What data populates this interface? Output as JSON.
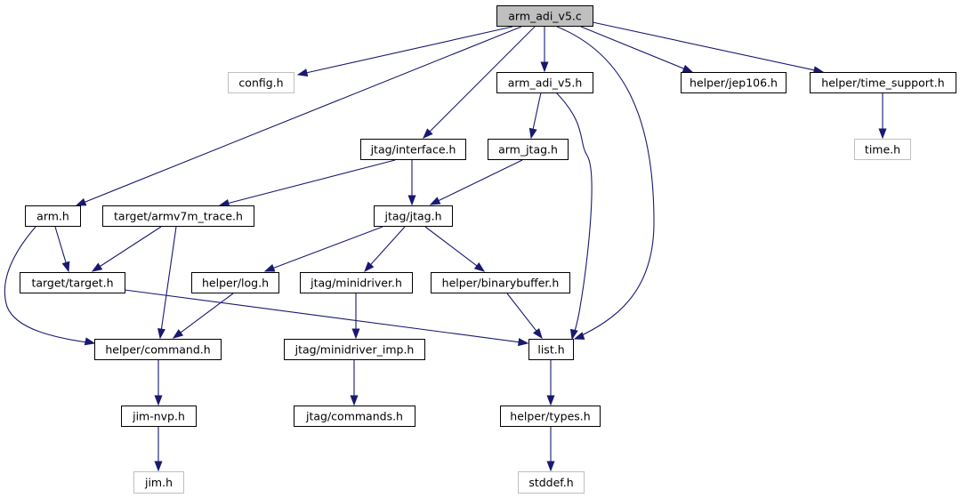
{
  "colors": {
    "edge": "#191970",
    "border": "#000000",
    "border_external": "#bfbfbf",
    "fill": "#ffffff",
    "fill_root": "#bfbfbf"
  },
  "nodes": [
    {
      "id": "arm_adi_v5_c",
      "label": "arm_adi_v5.c",
      "kind": "root"
    },
    {
      "id": "config_h",
      "label": "config.h",
      "kind": "external"
    },
    {
      "id": "arm_adi_v5_h",
      "label": "arm_adi_v5.h",
      "kind": "normal"
    },
    {
      "id": "helper_jep106_h",
      "label": "helper/jep106.h",
      "kind": "normal"
    },
    {
      "id": "helper_time_support_h",
      "label": "helper/time_support.h",
      "kind": "normal"
    },
    {
      "id": "time_h",
      "label": "time.h",
      "kind": "external"
    },
    {
      "id": "jtag_interface_h",
      "label": "jtag/interface.h",
      "kind": "normal"
    },
    {
      "id": "arm_jtag_h",
      "label": "arm_jtag.h",
      "kind": "normal"
    },
    {
      "id": "arm_h",
      "label": "arm.h",
      "kind": "normal"
    },
    {
      "id": "target_armv7m_trace_h",
      "label": "target/armv7m_trace.h",
      "kind": "normal"
    },
    {
      "id": "jtag_jtag_h",
      "label": "jtag/jtag.h",
      "kind": "normal"
    },
    {
      "id": "target_target_h",
      "label": "target/target.h",
      "kind": "normal"
    },
    {
      "id": "helper_log_h",
      "label": "helper/log.h",
      "kind": "normal"
    },
    {
      "id": "jtag_minidriver_h",
      "label": "jtag/minidriver.h",
      "kind": "normal"
    },
    {
      "id": "helper_binarybuffer_h",
      "label": "helper/binarybuffer.h",
      "kind": "normal"
    },
    {
      "id": "helper_command_h",
      "label": "helper/command.h",
      "kind": "normal"
    },
    {
      "id": "jtag_minidriver_imp_h",
      "label": "jtag/minidriver_imp.h",
      "kind": "normal"
    },
    {
      "id": "list_h",
      "label": "list.h",
      "kind": "normal"
    },
    {
      "id": "jim_nvp_h",
      "label": "jim-nvp.h",
      "kind": "normal"
    },
    {
      "id": "jtag_commands_h",
      "label": "jtag/commands.h",
      "kind": "normal"
    },
    {
      "id": "helper_types_h",
      "label": "helper/types.h",
      "kind": "normal"
    },
    {
      "id": "jim_h",
      "label": "jim.h",
      "kind": "external"
    },
    {
      "id": "stddef_h",
      "label": "stddef.h",
      "kind": "external"
    }
  ],
  "edges": [
    {
      "from": "arm_adi_v5_c",
      "to": "config_h"
    },
    {
      "from": "arm_adi_v5_c",
      "to": "arm_adi_v5_h"
    },
    {
      "from": "arm_adi_v5_c",
      "to": "helper_jep106_h"
    },
    {
      "from": "arm_adi_v5_c",
      "to": "helper_time_support_h"
    },
    {
      "from": "arm_adi_v5_c",
      "to": "jtag_interface_h"
    },
    {
      "from": "arm_adi_v5_c",
      "to": "arm_h"
    },
    {
      "from": "arm_adi_v5_c",
      "to": "list_h"
    },
    {
      "from": "helper_time_support_h",
      "to": "time_h"
    },
    {
      "from": "arm_adi_v5_h",
      "to": "arm_jtag_h"
    },
    {
      "from": "arm_adi_v5_h",
      "to": "list_h"
    },
    {
      "from": "jtag_interface_h",
      "to": "target_armv7m_trace_h"
    },
    {
      "from": "jtag_interface_h",
      "to": "jtag_jtag_h"
    },
    {
      "from": "arm_jtag_h",
      "to": "jtag_jtag_h"
    },
    {
      "from": "arm_h",
      "to": "target_target_h"
    },
    {
      "from": "arm_h",
      "to": "helper_command_h"
    },
    {
      "from": "target_armv7m_trace_h",
      "to": "target_target_h"
    },
    {
      "from": "target_armv7m_trace_h",
      "to": "helper_command_h"
    },
    {
      "from": "jtag_jtag_h",
      "to": "helper_log_h"
    },
    {
      "from": "jtag_jtag_h",
      "to": "jtag_minidriver_h"
    },
    {
      "from": "jtag_jtag_h",
      "to": "helper_binarybuffer_h"
    },
    {
      "from": "target_target_h",
      "to": "list_h"
    },
    {
      "from": "helper_log_h",
      "to": "helper_command_h"
    },
    {
      "from": "jtag_minidriver_h",
      "to": "jtag_minidriver_imp_h"
    },
    {
      "from": "helper_binarybuffer_h",
      "to": "list_h"
    },
    {
      "from": "helper_command_h",
      "to": "jim_nvp_h"
    },
    {
      "from": "jtag_minidriver_imp_h",
      "to": "jtag_commands_h"
    },
    {
      "from": "list_h",
      "to": "helper_types_h"
    },
    {
      "from": "jim_nvp_h",
      "to": "jim_h"
    },
    {
      "from": "helper_types_h",
      "to": "stddef_h"
    }
  ]
}
